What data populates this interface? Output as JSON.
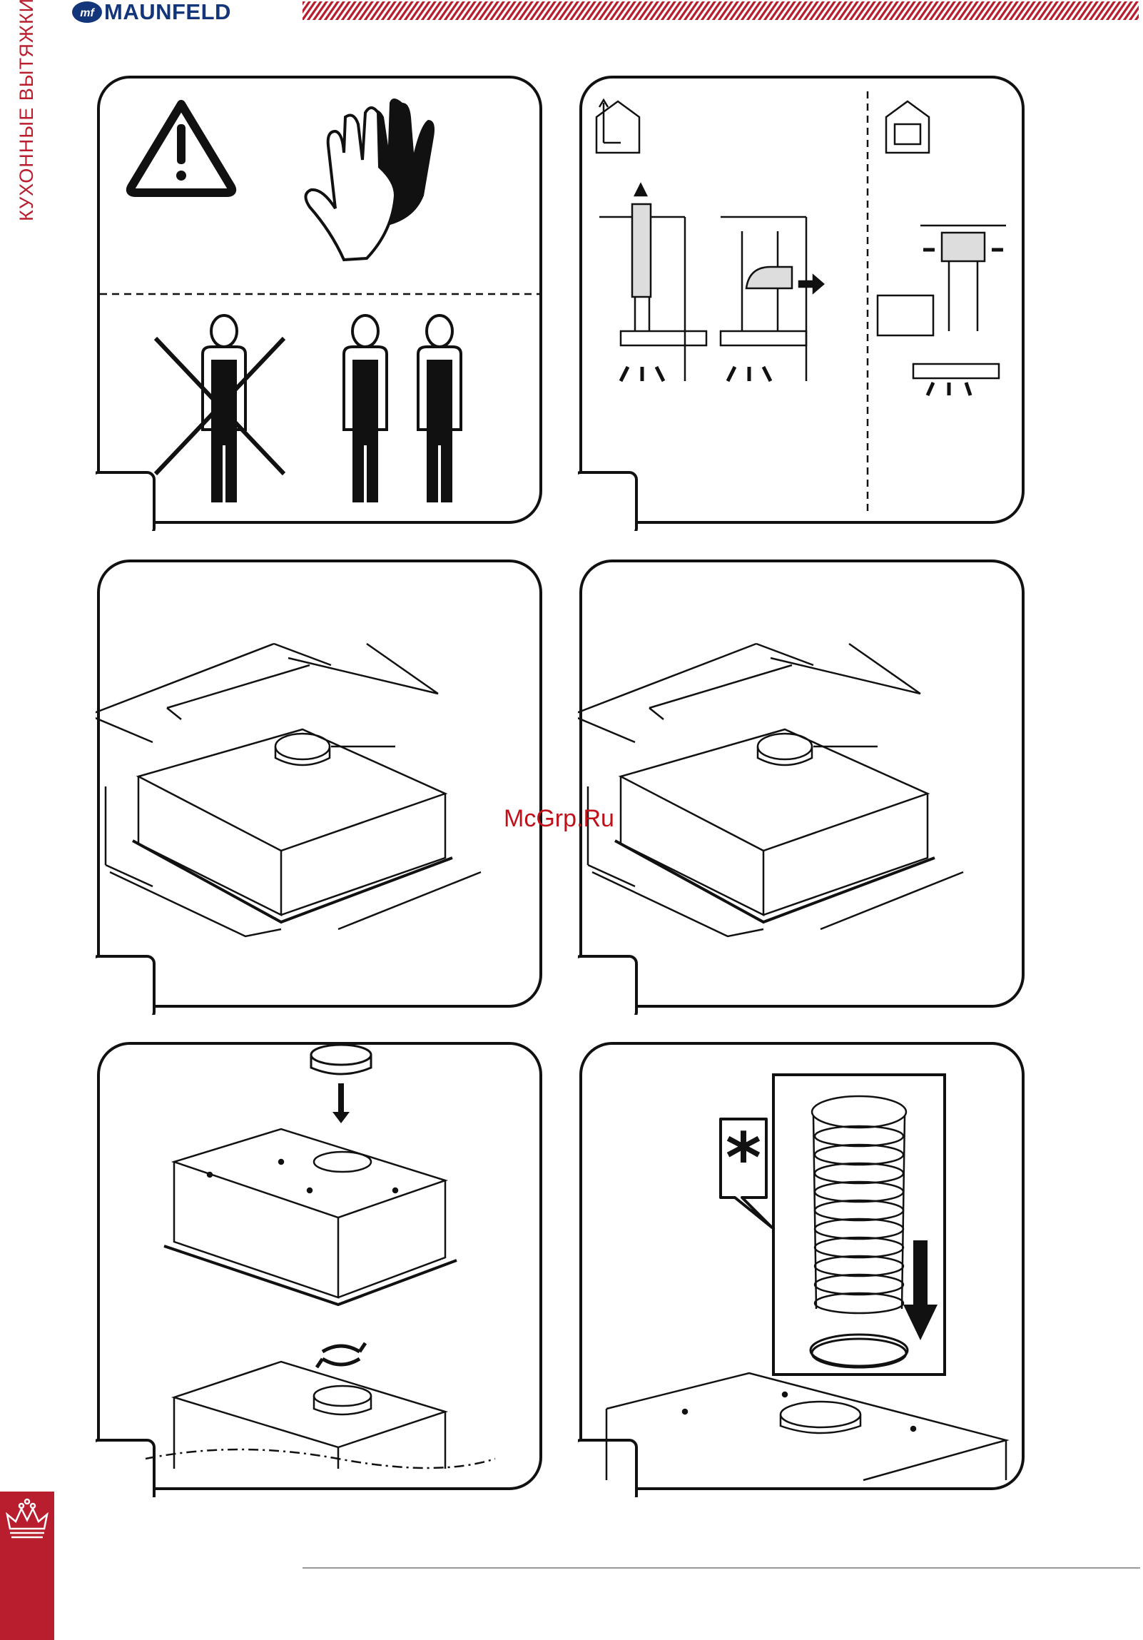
{
  "brand": {
    "name": "MAUNFELD",
    "color": "#13357a",
    "logo_icon": "mf-oval-logo-icon"
  },
  "side_title": "КУХОННЫЕ ВЫТЯЖКИ",
  "accent_color": "#b81e2d",
  "watermark": "McGrp.Ru",
  "panels": [
    {
      "id": "safety",
      "icons": [
        "warning-triangle-icon",
        "gloves-icon",
        "single-installer-crossed-icon",
        "two-installers-icon"
      ]
    },
    {
      "id": "ventilation-modes",
      "icons": [
        "house-exhaust-icon",
        "house-recirculation-icon"
      ]
    },
    {
      "id": "dimensions-a",
      "icons": [
        "hood-dimension-drawing"
      ]
    },
    {
      "id": "dimensions-b",
      "icons": [
        "hood-dimension-drawing"
      ]
    },
    {
      "id": "flange-mounting",
      "icons": [
        "flange-ring-icon",
        "down-arrow-icon",
        "rotate-arrow-icon"
      ]
    },
    {
      "id": "duct-connection",
      "icons": [
        "asterisk-callout-icon",
        "flexible-duct-icon",
        "clamp-icon",
        "down-arrow-icon"
      ]
    }
  ]
}
